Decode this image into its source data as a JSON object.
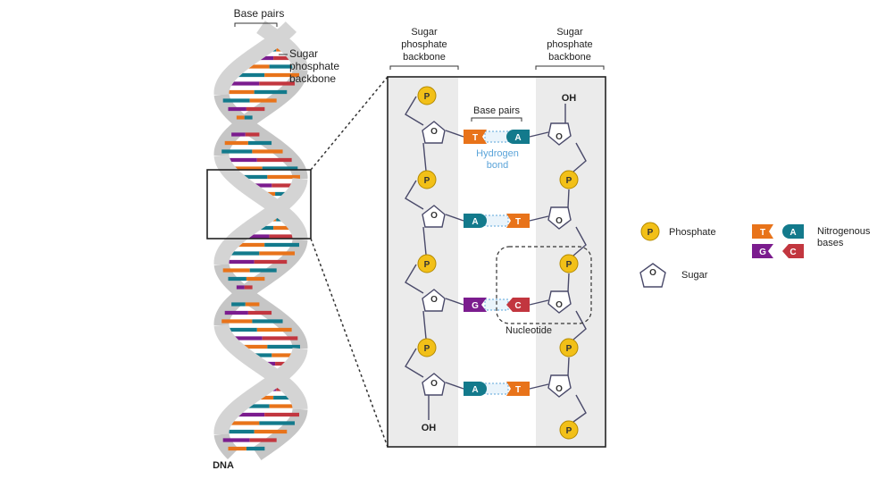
{
  "helix": {
    "base_pairs_label": "Base pairs",
    "backbone_label_line1": "Sugar",
    "backbone_label_line2": "phosphate",
    "backbone_label_line3": "backbone",
    "dna_label": "DNA"
  },
  "detail": {
    "left_backbone_line1": "Sugar",
    "left_backbone_line2": "phosphate",
    "left_backbone_line3": "backbone",
    "right_backbone_line1": "Sugar",
    "right_backbone_line2": "phosphate",
    "right_backbone_line3": "backbone",
    "base_pairs_label": "Base pairs",
    "hydrogen_line1": "Hydrogen",
    "hydrogen_line2": "bond",
    "nucleotide_label": "Nucleotide",
    "oh_top": "OH",
    "oh_bottom": "OH",
    "phosphate_letter": "P",
    "sugar_letter": "O",
    "pairs": [
      {
        "left": "T",
        "right": "A"
      },
      {
        "left": "A",
        "right": "T"
      },
      {
        "left": "G",
        "right": "C"
      },
      {
        "left": "A",
        "right": "T"
      }
    ]
  },
  "legend": {
    "phosphate_letter": "P",
    "phosphate_label": "Phosphate",
    "sugar_letter": "O",
    "sugar_label": "Sugar",
    "base_t": "T",
    "base_a": "A",
    "base_g": "G",
    "base_c": "C",
    "bases_line1": "Nitrogenous",
    "bases_line2": "bases"
  },
  "colors": {
    "T": "#E8731A",
    "A": "#137A8C",
    "G": "#7B1C8E",
    "C": "#C2363F",
    "phosphate": "#F2C018",
    "backbone": "#4A4A6A",
    "ribbon": "#D9D9D9",
    "hydrogen": "#5BA4D9"
  }
}
